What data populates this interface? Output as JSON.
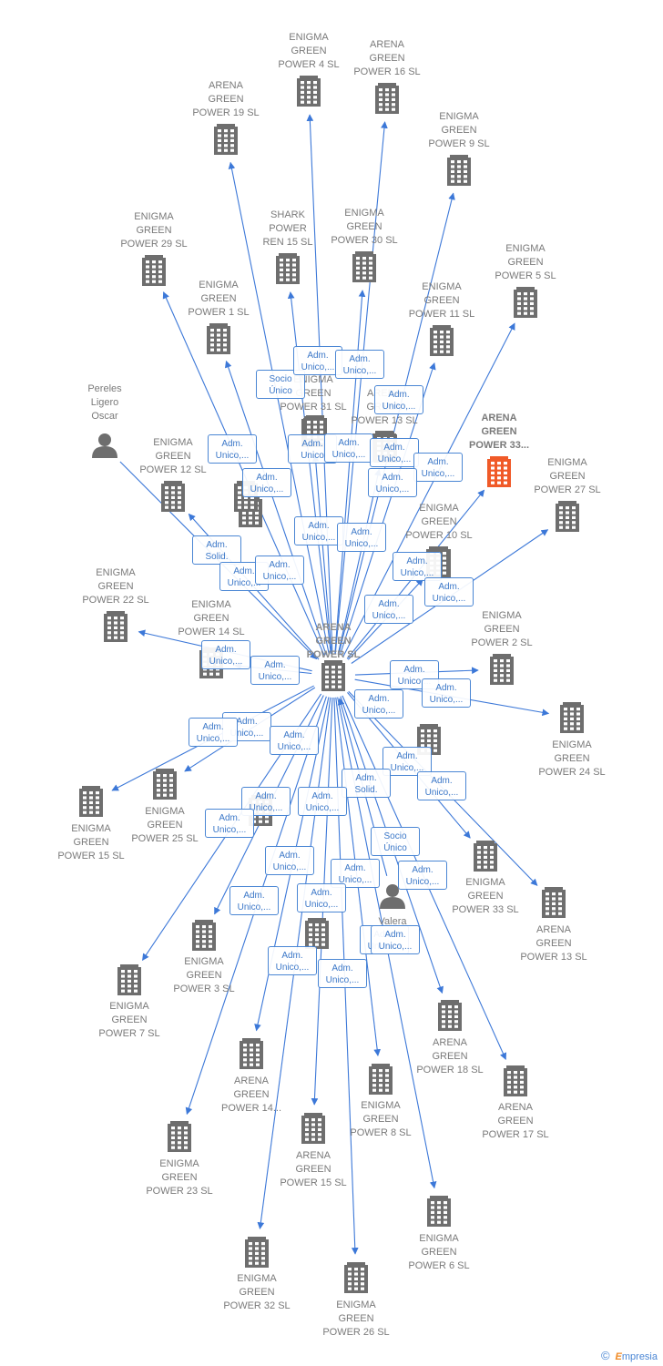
{
  "center": {
    "id": "center",
    "label": "ARENA\nGREEN\nPOWER  SL"
  },
  "nodes": [
    {
      "id": "ep4",
      "label": "ENIGMA\nGREEN\nPOWER 4  SL",
      "kind": "company"
    },
    {
      "id": "ap16",
      "label": "ARENA\nGREEN\nPOWER 16  SL",
      "kind": "company"
    },
    {
      "id": "ap19",
      "label": "ARENA\nGREEN\nPOWER 19  SL",
      "kind": "company"
    },
    {
      "id": "ep9",
      "label": "ENIGMA\nGREEN\nPOWER 9  SL",
      "kind": "company"
    },
    {
      "id": "ep29",
      "label": "ENIGMA\nGREEN\nPOWER 29  SL",
      "kind": "company"
    },
    {
      "id": "spr15",
      "label": "SHARK\nPOWER\nREN 15  SL",
      "kind": "company"
    },
    {
      "id": "ep30",
      "label": "ENIGMA\nGREEN\nPOWER 30  SL",
      "kind": "company"
    },
    {
      "id": "ep5",
      "label": "ENIGMA\nGREEN\nPOWER 5  SL",
      "kind": "company"
    },
    {
      "id": "ep1",
      "label": "ENIGMA\nGREEN\nPOWER 1  SL",
      "kind": "company"
    },
    {
      "id": "ep11",
      "label": "ENIGMA\nGREEN\nPOWER 11  SL",
      "kind": "company"
    },
    {
      "id": "ep31",
      "label": "ENIGMA\nGREEN\nPOWER 31  SL",
      "kind": "company"
    },
    {
      "id": "ap13b",
      "label": "ARENA\nGREEN\nPOWER 13  SL",
      "kind": "company"
    },
    {
      "id": "pereles",
      "label": "Pereles\nLigero\nOscar",
      "kind": "person"
    },
    {
      "id": "ap33",
      "label": "ARENA\nGREEN\nPOWER 33...",
      "kind": "highlight"
    },
    {
      "id": "ep12",
      "label": "ENIGMA\nGREEN\nPOWER 12  SL",
      "kind": "company"
    },
    {
      "id": "ep27",
      "label": "ENIGMA\nGREEN\nPOWER 27  SL",
      "kind": "company"
    },
    {
      "id": "ap10",
      "label": "ENIGMA\nGREEN\nPOWER 10  SL",
      "kind": "company"
    },
    {
      "id": "ep22",
      "label": "ENIGMA\nGREEN\nPOWER 22  SL",
      "kind": "company"
    },
    {
      "id": "ep14",
      "label": "ENIGMA\nGREEN\nPOWER 14  SL",
      "kind": "company"
    },
    {
      "id": "ep2",
      "label": "ENIGMA\nGREEN\nPOWER 2  SL",
      "kind": "company"
    },
    {
      "id": "ep24",
      "label": "ENIGMA\nGREEN\nPOWER 24  SL",
      "kind": "company"
    },
    {
      "id": "ep15",
      "label": "ENIGMA\nGREEN\nPOWER 15  SL",
      "kind": "company"
    },
    {
      "id": "ep25",
      "label": "ENIGMA\nGREEN\nPOWER 25  SL",
      "kind": "company"
    },
    {
      "id": "eg33",
      "label": "ENIGMA\nGREEN\nPOWER 33  SL",
      "kind": "company"
    },
    {
      "id": "ap13",
      "label": "ARENA\nGREEN\nPOWER 13  SL",
      "kind": "company"
    },
    {
      "id": "ep3",
      "label": "ENIGMA\nGREEN\nPOWER 3  SL",
      "kind": "company"
    },
    {
      "id": "ep7",
      "label": "ENIGMA\nGREEN\nPOWER 7  SL",
      "kind": "company"
    },
    {
      "id": "ap18",
      "label": "ARENA\nGREEN\nPOWER 18  SL",
      "kind": "company"
    },
    {
      "id": "ap14",
      "label": "ARENA\nGREEN\nPOWER 14...",
      "kind": "company"
    },
    {
      "id": "ep8",
      "label": "ENIGMA\nGREEN\nPOWER 8  SL",
      "kind": "company"
    },
    {
      "id": "ap17",
      "label": "ARENA\nGREEN\nPOWER 17  SL",
      "kind": "company"
    },
    {
      "id": "ep23",
      "label": "ENIGMA\nGREEN\nPOWER 23  SL",
      "kind": "company"
    },
    {
      "id": "ap15",
      "label": "ARENA\nGREEN\nPOWER 15  SL",
      "kind": "company"
    },
    {
      "id": "ep6",
      "label": "ENIGMA\nGREEN\nPOWER 6  SL",
      "kind": "company"
    },
    {
      "id": "ep32",
      "label": "ENIGMA\nGREEN\nPOWER 32  SL",
      "kind": "company"
    },
    {
      "id": "ep26",
      "label": "ENIGMA\nGREEN\nPOWER 26  SL",
      "kind": "company"
    },
    {
      "id": "gh1",
      "label": "",
      "kind": "company"
    },
    {
      "id": "gh2",
      "label": "",
      "kind": "company"
    },
    {
      "id": "gh3",
      "label": "",
      "kind": "company"
    },
    {
      "id": "gh4",
      "label": "",
      "kind": "company"
    },
    {
      "id": "gh5",
      "label": "",
      "kind": "company"
    },
    {
      "id": "gh6",
      "label": "",
      "kind": "company"
    },
    {
      "id": "gh7",
      "label": "",
      "kind": "company"
    },
    {
      "id": "gh8",
      "label": "",
      "kind": "company"
    },
    {
      "id": "gh9",
      "label": "",
      "kind": "company"
    },
    {
      "id": "valera",
      "label": "Valera",
      "kind": "person"
    }
  ],
  "edges": [
    {
      "from": "center",
      "to": "ep4"
    },
    {
      "from": "center",
      "to": "ap16"
    },
    {
      "from": "center",
      "to": "ap19"
    },
    {
      "from": "center",
      "to": "ep9"
    },
    {
      "from": "center",
      "to": "ep29"
    },
    {
      "from": "center",
      "to": "spr15"
    },
    {
      "from": "center",
      "to": "ep30"
    },
    {
      "from": "center",
      "to": "ep5"
    },
    {
      "from": "center",
      "to": "ep1"
    },
    {
      "from": "center",
      "to": "ep11"
    },
    {
      "from": "center",
      "to": "ap33"
    },
    {
      "from": "center",
      "to": "ep12"
    },
    {
      "from": "center",
      "to": "ep27"
    },
    {
      "from": "center",
      "to": "ep22"
    },
    {
      "from": "center",
      "to": "ep14"
    },
    {
      "from": "center",
      "to": "ep2"
    },
    {
      "from": "center",
      "to": "ep24"
    },
    {
      "from": "center",
      "to": "ep15"
    },
    {
      "from": "center",
      "to": "ep25"
    },
    {
      "from": "center",
      "to": "eg33"
    },
    {
      "from": "center",
      "to": "ap13"
    },
    {
      "from": "center",
      "to": "ep3"
    },
    {
      "from": "center",
      "to": "ep7"
    },
    {
      "from": "center",
      "to": "ap18"
    },
    {
      "from": "center",
      "to": "ap14"
    },
    {
      "from": "center",
      "to": "ep8"
    },
    {
      "from": "center",
      "to": "ap17"
    },
    {
      "from": "center",
      "to": "ep23"
    },
    {
      "from": "center",
      "to": "ap15"
    },
    {
      "from": "center",
      "to": "ep6"
    },
    {
      "from": "center",
      "to": "ep32"
    },
    {
      "from": "center",
      "to": "ep26"
    },
    {
      "from": "center",
      "to": "ep31"
    },
    {
      "from": "center",
      "to": "ap13b"
    },
    {
      "from": "center",
      "to": "ap10"
    },
    {
      "from": "pereles",
      "to": "center"
    },
    {
      "from": "valera",
      "to": "center"
    }
  ],
  "relation_labels": [
    {
      "text": "Socio\nÚnico"
    },
    {
      "text": "Adm.\nUnico,..."
    },
    {
      "text": "Adm.\nUnico,..."
    },
    {
      "text": "Adm.\nUnico,..."
    },
    {
      "text": "Adm.\nUnico,..."
    },
    {
      "text": "Adm.\nUnico"
    },
    {
      "text": "Adm.\nUnico,..."
    },
    {
      "text": "Adm.\nUnico,..."
    },
    {
      "text": "Adm.\nUnico,..."
    },
    {
      "text": "Adm.\nUnico,..."
    },
    {
      "text": "Adm.\nUnico,..."
    },
    {
      "text": "Adm.\nUnico,..."
    },
    {
      "text": "Adm.\nSolid."
    },
    {
      "text": "Adm.\nUnico,..."
    },
    {
      "text": "Adm.\nUnico,..."
    },
    {
      "text": "Adm.\nUnico,..."
    },
    {
      "text": "Adm.\nUnico,..."
    },
    {
      "text": "Adm.\nUnico,..."
    },
    {
      "text": "Adm.\nUnico,..."
    },
    {
      "text": "Adm.\nUnico,..."
    },
    {
      "text": "Adm.\nUnico,..."
    },
    {
      "text": "Adm.\nUnico,..."
    },
    {
      "text": "Adm.\nUnico,..."
    },
    {
      "text": "Adm.\nUnico,..."
    },
    {
      "text": "Adm.\nUnico,..."
    },
    {
      "text": "Adm.\nUnico,..."
    },
    {
      "text": "Adm.\nUnico,..."
    },
    {
      "text": "Adm.\nUnico,..."
    },
    {
      "text": "Adm.\nUnico,..."
    },
    {
      "text": "Adm.\nSolid."
    },
    {
      "text": "Adm.\nUnico,..."
    },
    {
      "text": "Adm.\nUnico,..."
    },
    {
      "text": "Adm.\nUnico,..."
    },
    {
      "text": "Socio\nÚnico"
    },
    {
      "text": "Adm.\nUnico,..."
    },
    {
      "text": "Adm.\nUnico,..."
    },
    {
      "text": "Adm.\nUnico,..."
    },
    {
      "text": "Adm.\nUnico,..."
    },
    {
      "text": "Adm.\nUnico,..."
    },
    {
      "text": "Adm.\nUnico,..."
    },
    {
      "text": "Adm.\nUnico,..."
    },
    {
      "text": "Adm.\nUnico,..."
    },
    {
      "text": "Adm.\nUnico,..."
    }
  ],
  "brand": {
    "copyright": "©",
    "name_prefix": "",
    "name_e": "E",
    "name_rest": "mpresia"
  },
  "colors": {
    "edge": "#3c78d8",
    "company_icon": "#6e6e6e",
    "highlight_icon": "#f05a28",
    "person_icon": "#6e6e6e",
    "label_border": "#4a86d4"
  }
}
